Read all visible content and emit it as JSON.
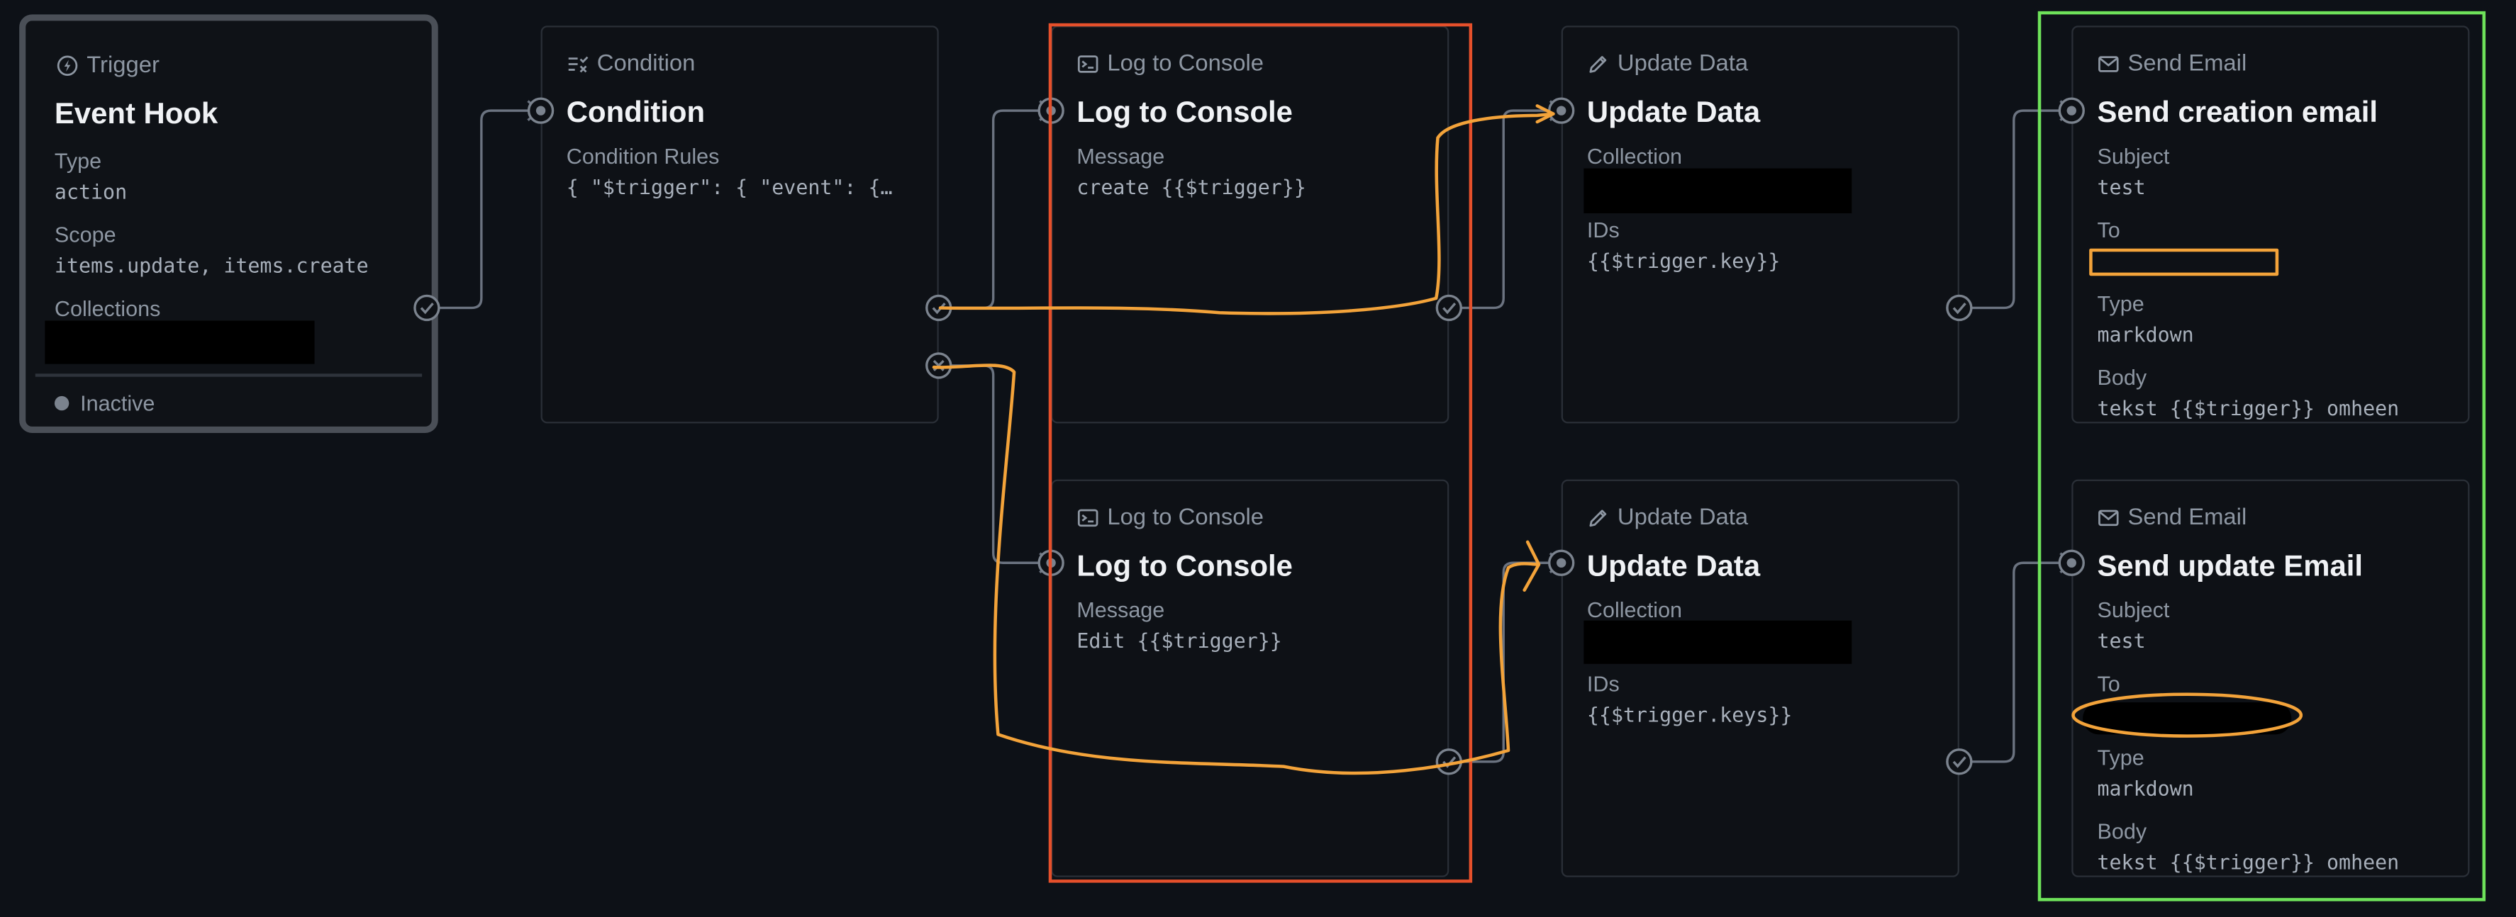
{
  "colors": {
    "background": "#0d1117",
    "panel_border": "#2a2f37",
    "highlight_red": "#e5502b",
    "highlight_green": "#6ee25a",
    "annotation_orange": "#f3a33a"
  },
  "trigger": {
    "type_header": "Trigger",
    "title": "Event Hook",
    "type_label": "Type",
    "type_value": "action",
    "scope_label": "Scope",
    "scope_value": "items.update, items.create",
    "collections_label": "Collections",
    "status": "Inactive",
    "icon": "bolt-icon"
  },
  "condition": {
    "type_header": "Condition",
    "title": "Condition",
    "rules_label": "Condition Rules",
    "rules_value": "{ \"$trigger\": { \"event\": {…",
    "icon": "condition-icon"
  },
  "log_create": {
    "type_header": "Log to Console",
    "title": "Log to Console",
    "message_label": "Message",
    "message_value": "create {{$trigger}}",
    "icon": "terminal-icon"
  },
  "log_edit": {
    "type_header": "Log to Console",
    "title": "Log to Console",
    "message_label": "Message",
    "message_value": "Edit {{$trigger}}",
    "icon": "terminal-icon"
  },
  "update_create": {
    "type_header": "Update Data",
    "title": "Update Data",
    "collection_label": "Collection",
    "ids_label": "IDs",
    "ids_value": "{{$trigger.key}}",
    "icon": "pencil-icon"
  },
  "update_edit": {
    "type_header": "Update Data",
    "title": "Update Data",
    "collection_label": "Collection",
    "ids_label": "IDs",
    "ids_value": "{{$trigger.keys}}",
    "icon": "pencil-icon"
  },
  "email_create": {
    "type_header": "Send Email",
    "title": "Send creation email",
    "subject_label": "Subject",
    "subject_value": "test",
    "to_label": "To",
    "type_label": "Type",
    "type_value": "markdown",
    "body_label": "Body",
    "body_value": "tekst {{$trigger}} omheen",
    "icon": "mail-icon"
  },
  "email_update": {
    "type_header": "Send Email",
    "title": "Send update Email",
    "subject_label": "Subject",
    "subject_value": "test",
    "to_label": "To",
    "type_label": "Type",
    "type_value": "markdown",
    "body_label": "Body",
    "body_value": "tekst {{$trigger}} omheen",
    "icon": "mail-icon"
  }
}
